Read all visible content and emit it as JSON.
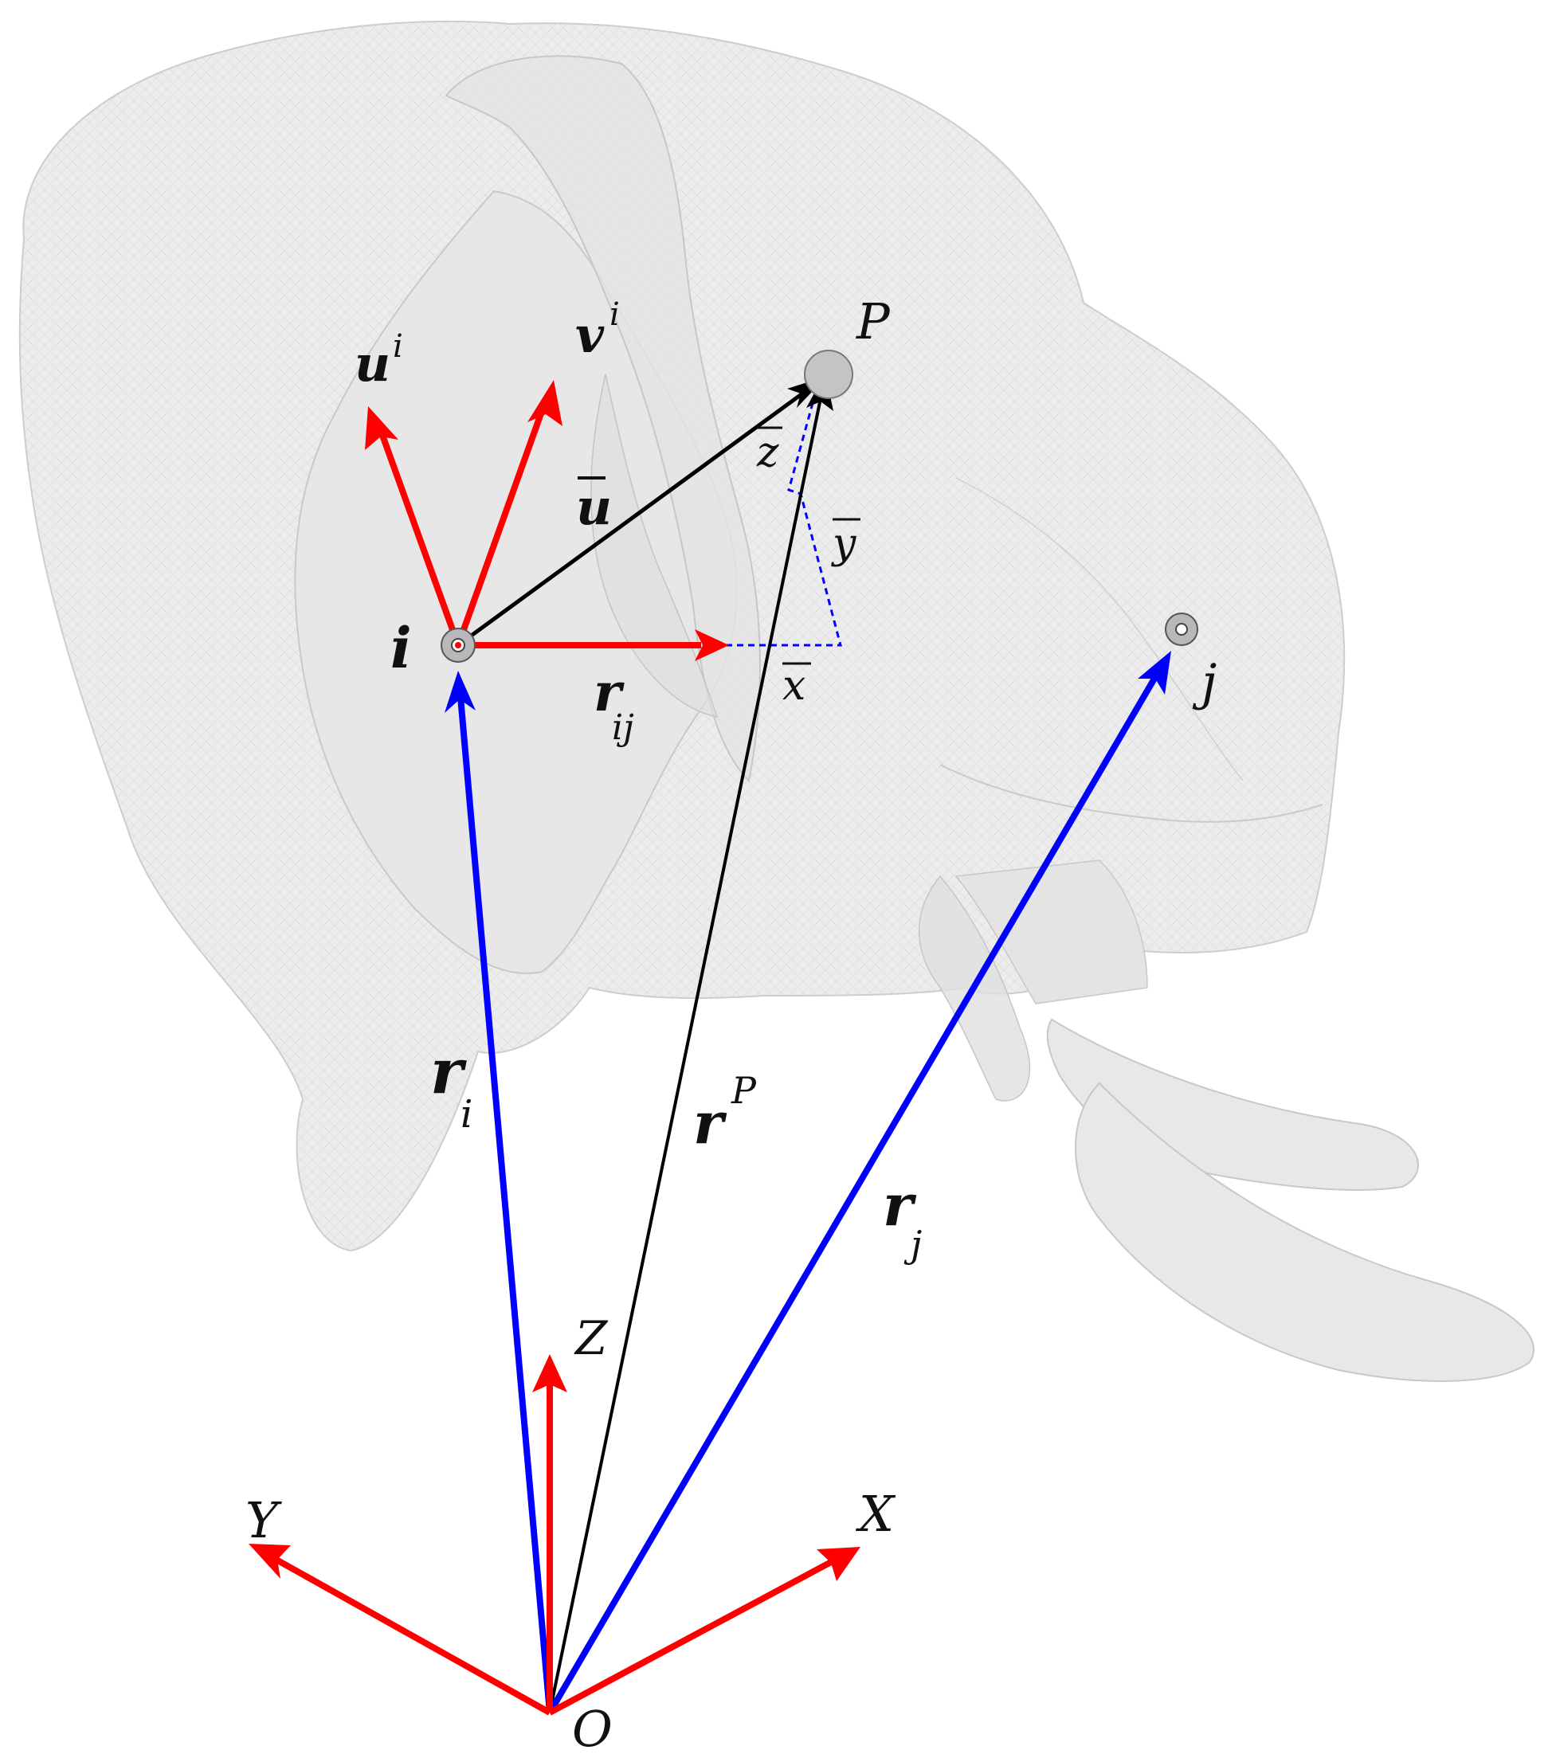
{
  "diagram": {
    "labels": {
      "u_i": "u",
      "u_i_sup": "i",
      "v_i": "v",
      "v_i_sup": "i",
      "u_bar": "u",
      "P": "P",
      "z_bar": "z",
      "y_bar": "y",
      "x_bar": "x",
      "i": "i",
      "j": "j",
      "r_ij": "r",
      "r_ij_sub": "ij",
      "r_i": "r",
      "r_i_sub": "i",
      "r_P": "r",
      "r_P_sup": "P",
      "r_j": "r",
      "r_j_sub": "j",
      "Z": "Z",
      "Y": "Y",
      "X": "X",
      "O": "O"
    },
    "colors": {
      "global_axes": "#ff0000",
      "local_axes": "#ff0000",
      "position_vectors": "#0000ff",
      "point_vector": "#000000",
      "dashed_components": "#0000ff",
      "body_mesh": "#e8e8e8"
    }
  }
}
